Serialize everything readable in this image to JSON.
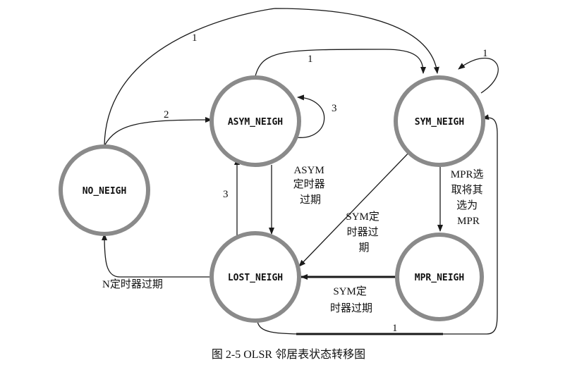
{
  "states": {
    "no_neigh": "NO_NEIGH",
    "asym_neigh": "ASYM_NEIGH",
    "sym_neigh": "SYM_NEIGH",
    "lost_neigh": "LOST_NEIGH",
    "mpr_neigh": "MPR_NEIGH"
  },
  "edges": {
    "no_to_sym": "1",
    "no_to_asym": "2",
    "asym_self": "3",
    "asym_to_sym": "1",
    "sym_self": "1",
    "asym_to_lost": [
      "ASYM",
      "定时器",
      "过期"
    ],
    "lost_to_asym": "3",
    "sym_to_lost": [
      "SYM定",
      "时器过",
      "期"
    ],
    "sym_to_mpr": [
      "MPR选",
      "取将其",
      "选为",
      "MPR"
    ],
    "mpr_to_lost": [
      "SYM定",
      "时器过期"
    ],
    "lost_to_no": "N定时器过期",
    "lost_to_sym": "1"
  },
  "caption": "图 2-5 OLSR 邻居表状态转移图"
}
